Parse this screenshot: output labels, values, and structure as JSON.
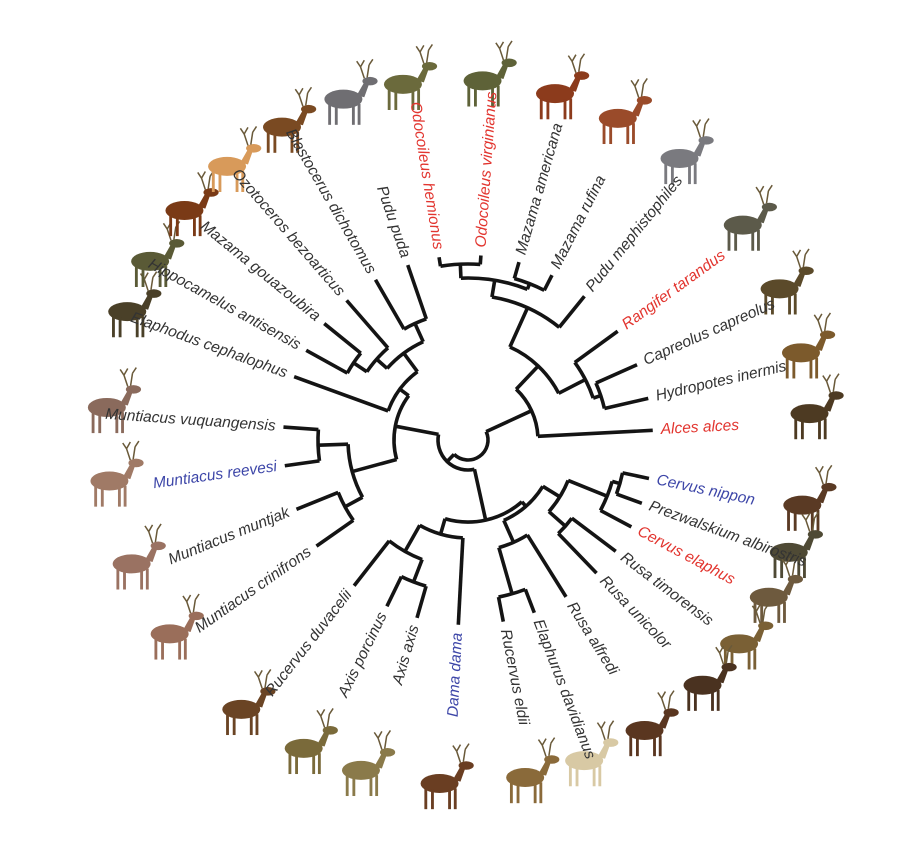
{
  "colors": {
    "default": "#333333",
    "highlight_red": "#e2352f",
    "highlight_blue": "#3d46a8"
  },
  "species": [
    {
      "name": "Odocoileus hemionus",
      "color": "highlight_red",
      "icon": "mule-deer-illustration"
    },
    {
      "name": "Odocoileus virginianus",
      "color": "highlight_red",
      "icon": "white-tailed-deer-illustration"
    },
    {
      "name": "Mazama americana",
      "color": "default",
      "icon": "red-brocket-illustration"
    },
    {
      "name": "Mazama rufina",
      "color": "default",
      "icon": "dwarf-red-brocket-illustration"
    },
    {
      "name": "Pudu mephistophiles",
      "color": "default",
      "icon": "northern-pudu-illustration"
    },
    {
      "name": "Rangifer tarandus",
      "color": "highlight_red",
      "icon": "reindeer-illustration"
    },
    {
      "name": "Capreolus capreolus",
      "color": "default",
      "icon": "roe-deer-illustration"
    },
    {
      "name": "Hydropotes inermis",
      "color": "default",
      "icon": "water-deer-illustration"
    },
    {
      "name": "Alces alces",
      "color": "highlight_red",
      "icon": "moose-illustration"
    },
    {
      "name": "Cervus nippon",
      "color": "highlight_blue",
      "icon": "sika-deer-illustration"
    },
    {
      "name": "Prezwalskium albirostris",
      "color": "default",
      "icon": "white-lipped-deer-illustration"
    },
    {
      "name": "Cervus elaphus",
      "color": "highlight_red",
      "icon": "red-deer-illustration"
    },
    {
      "name": "Rusa timorensis",
      "color": "default",
      "icon": "javan-rusa-illustration"
    },
    {
      "name": "Rusa unicolor",
      "color": "default",
      "icon": "sambar-illustration"
    },
    {
      "name": "Rusa alfredi",
      "color": "default",
      "icon": "visayan-spotted-deer-illustration"
    },
    {
      "name": "Elaphurus davidianus",
      "color": "default",
      "icon": "pere-davids-deer-illustration"
    },
    {
      "name": "Rucervus eldii",
      "color": "default",
      "icon": "elds-deer-illustration"
    },
    {
      "name": "Dama dama",
      "color": "highlight_blue",
      "icon": "fallow-deer-illustration"
    },
    {
      "name": "Axis axis",
      "color": "default",
      "icon": "chital-illustration"
    },
    {
      "name": "Axis porcinus",
      "color": "default",
      "icon": "hog-deer-illustration"
    },
    {
      "name": "Rucervus duvacelii",
      "color": "default",
      "icon": "barasingha-illustration"
    },
    {
      "name": "Muntiacus crinifrons",
      "color": "default",
      "icon": "black-muntjac-illustration"
    },
    {
      "name": "Muntiacus muntjak",
      "color": "default",
      "icon": "indian-muntjac-illustration"
    },
    {
      "name": "Muntiacus reevesi",
      "color": "highlight_blue",
      "icon": "reeves-muntjac-illustration"
    },
    {
      "name": "Muntiacus vuquangensis",
      "color": "default",
      "icon": "giant-muntjac-illustration"
    },
    {
      "name": "Elaphodus cephalophus",
      "color": "default",
      "icon": "tufted-deer-illustration"
    },
    {
      "name": "Hippocamelus antisensis",
      "color": "default",
      "icon": "taruca-illustration"
    },
    {
      "name": "Mazama gouazoubira",
      "color": "default",
      "icon": "gray-brocket-illustration"
    },
    {
      "name": "Ozotoceros bezoarticus",
      "color": "default",
      "icon": "pampas-deer-illustration"
    },
    {
      "name": "Blastocerus dichotomus",
      "color": "default",
      "icon": "marsh-deer-illustration"
    },
    {
      "name": "Pudu puda",
      "color": "default",
      "icon": "southern-pudu-illustration"
    }
  ]
}
